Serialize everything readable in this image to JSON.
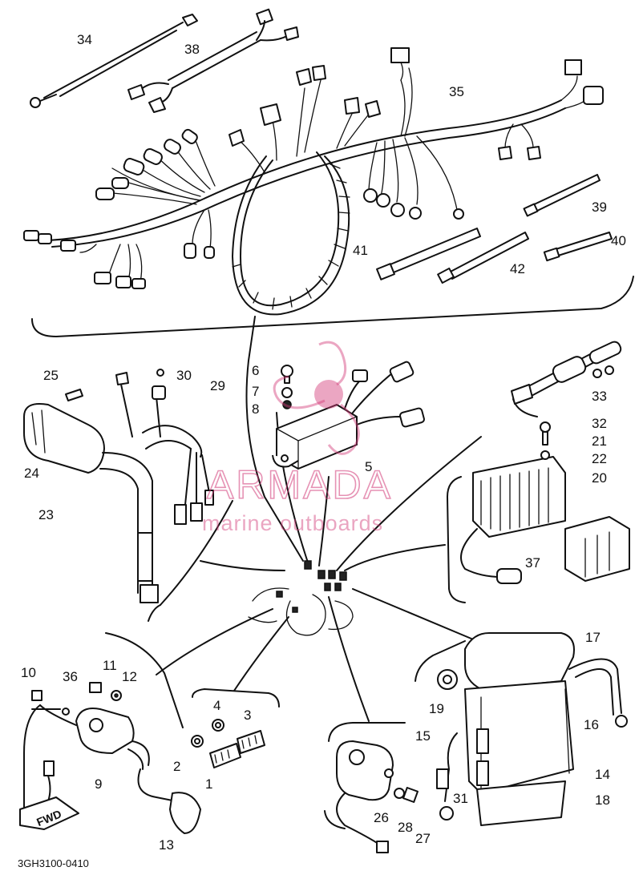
{
  "watermark": {
    "name": "ARMADA",
    "tagline": "marine outboards",
    "color": "#d23a78"
  },
  "drawing_code": "3GH3100-0410",
  "direction_tag": "FWD",
  "callouts": [
    "1",
    "2",
    "3",
    "4",
    "5",
    "6",
    "7",
    "8",
    "9",
    "10",
    "11",
    "12",
    "13",
    "14",
    "15",
    "16",
    "17",
    "18",
    "19",
    "20",
    "21",
    "22",
    "23",
    "24",
    "25",
    "26",
    "27",
    "28",
    "29",
    "30",
    "31",
    "32",
    "33",
    "34",
    "35",
    "36",
    "37",
    "38",
    "39",
    "40",
    "41",
    "42"
  ]
}
